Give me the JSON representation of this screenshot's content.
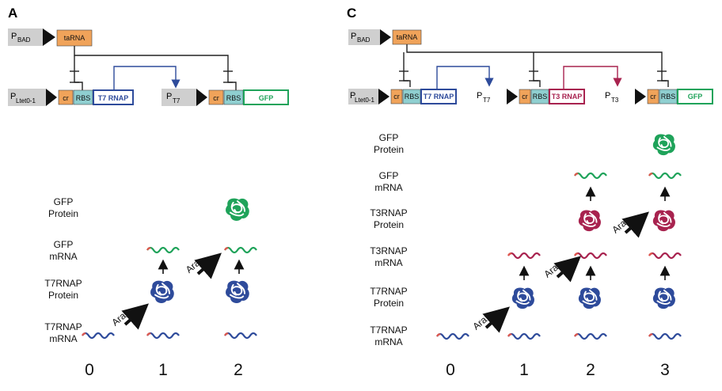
{
  "panels": [
    {
      "letter": "A",
      "promoters": {
        "bad_main": "P",
        "bad_sub": "BAD",
        "ltet_main": "P",
        "ltet_sub": "Ltet0-1",
        "t7_main": "P",
        "t7_sub": "T7"
      },
      "boxes": {
        "taRNA": "taRNA",
        "cr": "cr",
        "rbs": "RBS",
        "t7rnap": "T7 RNAP",
        "gfp": "GFP"
      },
      "row_labels": [
        [
          "GFP",
          "Protein"
        ],
        [
          "GFP",
          "mRNA"
        ],
        [
          "T7RNAP",
          "Protein"
        ],
        [
          "T7RNAP",
          "mRNA"
        ]
      ],
      "steps": [
        "0",
        "1",
        "2"
      ],
      "ara": "Ara"
    },
    {
      "letter": "C",
      "promoters": {
        "bad_main": "P",
        "bad_sub": "BAD",
        "ltet_main": "P",
        "ltet_sub": "Ltet0-1",
        "t7_main": "P",
        "t7_sub": "T7",
        "t3_main": "P",
        "t3_sub": "T3"
      },
      "boxes": {
        "taRNA": "taRNA",
        "cr": "cr",
        "rbs": "RBS",
        "t7rnap": "T7 RNAP",
        "t3rnap": "T3 RNAP",
        "gfp": "GFP"
      },
      "row_labels": [
        [
          "GFP",
          "Protein"
        ],
        [
          "GFP",
          "mRNA"
        ],
        [
          "T3RNAP",
          "Protein"
        ],
        [
          "T3RNAP",
          "mRNA"
        ],
        [
          "T7RNAP",
          "Protein"
        ],
        [
          "T7RNAP",
          "mRNA"
        ]
      ],
      "steps": [
        "0",
        "1",
        "2",
        "3"
      ],
      "ara": "Ara"
    }
  ],
  "colors": {
    "orange": "#f0a35a",
    "teal": "#8fcfd0",
    "blue": "#2e4b9b",
    "crimson": "#a8234f",
    "green": "#1fa35a",
    "gray": "#cfcfcf",
    "line": "#222222"
  }
}
